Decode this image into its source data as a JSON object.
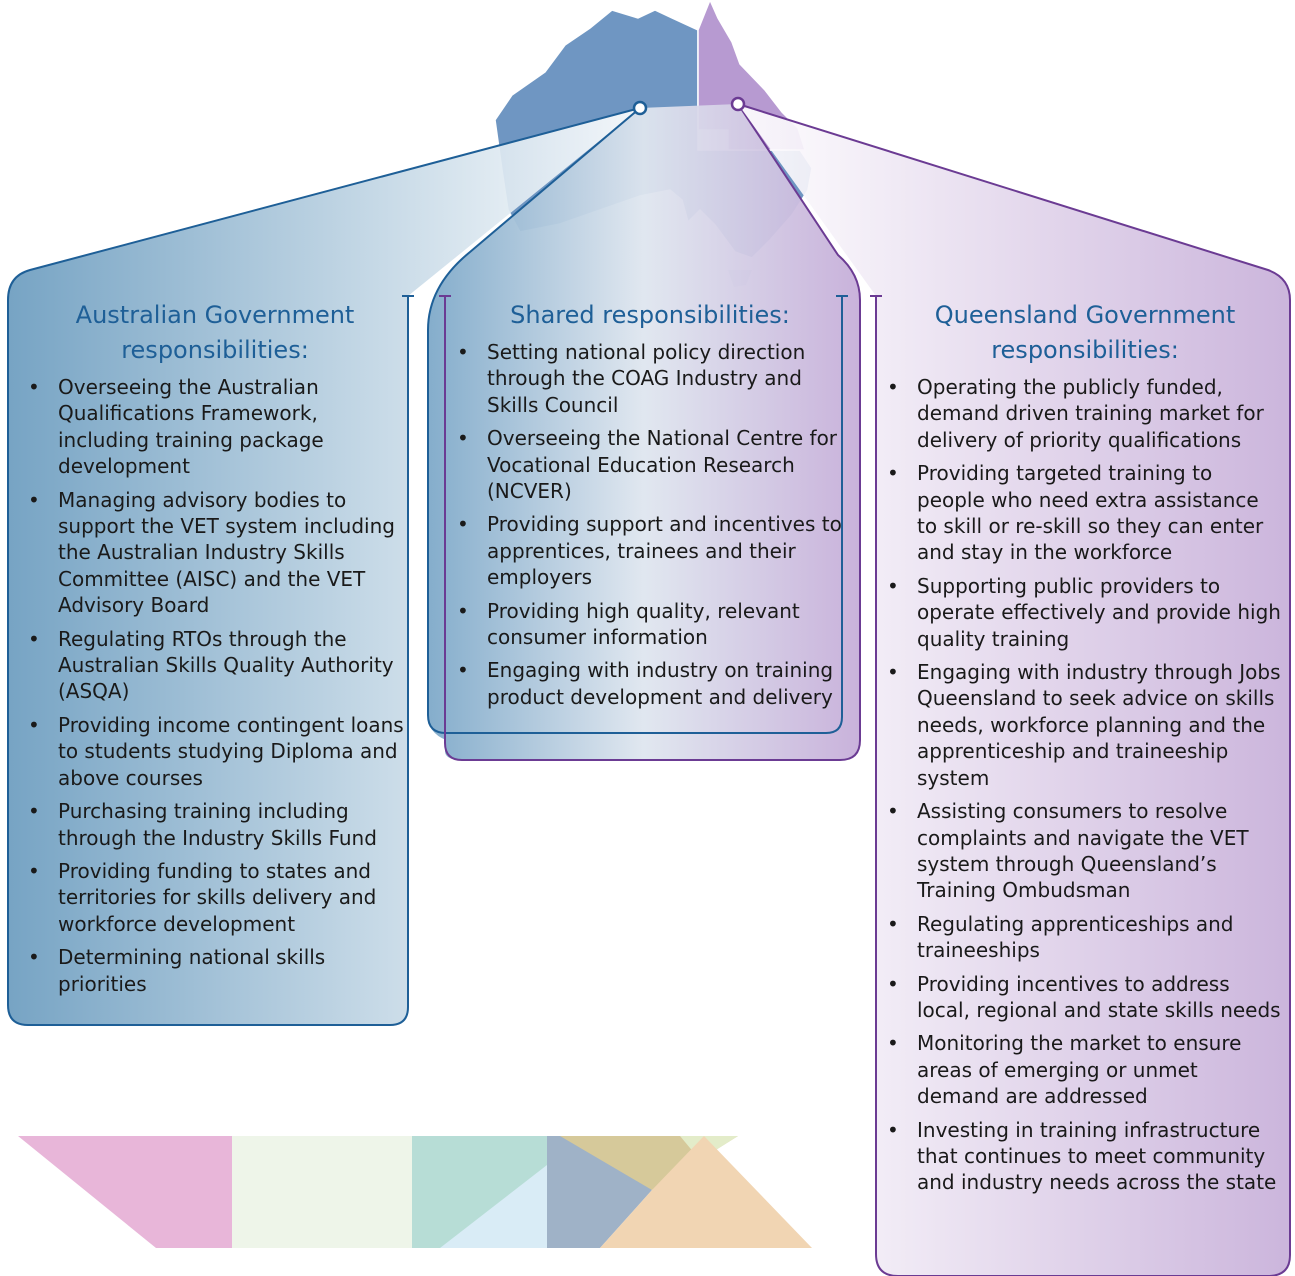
{
  "colors": {
    "federal": "#1e5f97",
    "shared_outline": "#1f6ea3",
    "queensland": "#6b3b93",
    "map_blue": "#6f96c2",
    "map_purple": "#b79ad1",
    "heading": "#1e5f97"
  },
  "australian_government": {
    "title": "Australian Government responsibilities:",
    "items": [
      "Overseeing the Australian Qualifications Framework, including training package development",
      "Managing advisory bodies to support the VET system including the Australian Industry Skills Committee (AISC) and the VET Advisory Board",
      "Regulating RTOs through the Australian Skills Quality Authority (ASQA)",
      "Providing income contingent loans to students studying Diploma and above courses",
      "Purchasing training including through the Industry Skills Fund",
      "Providing funding to states and territories for skills delivery and workforce development",
      "Determining national skills priorities"
    ]
  },
  "shared": {
    "title": "Shared responsibilities:",
    "items": [
      "Setting national policy direction through the COAG Industry and Skills Council",
      "Overseeing the National Centre for Vocational Education Research (NCVER)",
      "Providing support and incentives to apprentices, trainees and their employers",
      "Providing high quality, relevant consumer information",
      "Engaging with industry on training product development and delivery"
    ]
  },
  "queensland_government": {
    "title": "Queensland Government responsibilities:",
    "items": [
      "Operating the publicly funded, demand driven training market for delivery of priority qualifications",
      "Providing targeted training to people who need extra assistance to skill or re-skill so they can enter and stay in the workforce",
      "Supporting public providers to operate effectively and provide high quality training",
      "Engaging with industry through Jobs Queensland to seek advice on skills needs, workforce planning and the apprenticeship and traineeship system",
      "Assisting consumers to resolve complaints and navigate the VET system through Queensland’s Training Ombudsman",
      "Regulating apprenticeships and traineeships",
      "Providing incentives to address local, regional and state skills needs",
      "Monitoring the market to ensure areas of emerging or unmet demand are addressed",
      "Investing in training infrastructure that continues to meet community and industry needs across the state"
    ]
  }
}
